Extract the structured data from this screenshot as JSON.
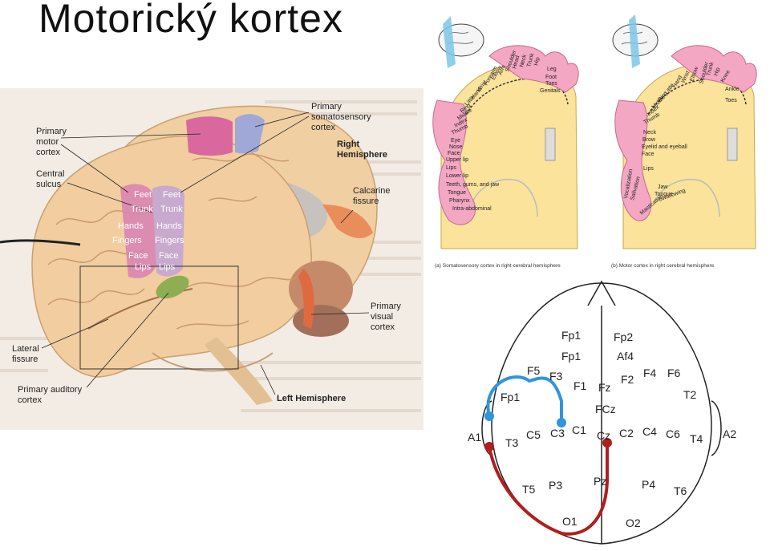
{
  "title": "Motorický kortex",
  "brain_figure": {
    "labels": {
      "primary_motor_cortex": [
        "Primary",
        "motor",
        "cortex"
      ],
      "primary_somatosensory_cortex": [
        "Primary",
        "somatosensory",
        "cortex"
      ],
      "central_sulcus": [
        "Central",
        "sulcus"
      ],
      "right_hemisphere": [
        "Right",
        "Hemisphere"
      ],
      "calcarine_fissure": [
        "Calcarine",
        "fissure"
      ],
      "lateral_fissure": [
        "Lateral",
        "fissure"
      ],
      "primary_auditory_cortex": [
        "Primary auditory",
        "cortex"
      ],
      "primary_visual_cortex": [
        "Primary",
        "visual",
        "cortex"
      ],
      "left_hemisphere": "Left Hemisphere"
    },
    "strip_labels": {
      "motor": [
        "Feet",
        "Trunk",
        "Hands",
        "Fingers",
        "Face",
        "Lips"
      ],
      "sensory": [
        "Feet",
        "Trunk",
        "Hands",
        "Fingers",
        "Face",
        "Lips"
      ]
    }
  },
  "homunculus_sensory": {
    "caption": "(a) Somatosensory cortex in right cerebral hemisphere",
    "labels": [
      "Genitals",
      "Toes",
      "Foot",
      "Leg",
      "Hip",
      "Trunk",
      "Neck",
      "Head",
      "Shoulder",
      "Arm",
      "Elbow",
      "Forearm",
      "Wrist",
      "Hand",
      "Little",
      "Ring",
      "Middle",
      "Index",
      "Thumb",
      "Eye",
      "Nose",
      "Face",
      "Upper lip",
      "Lips",
      "Lower lip",
      "Teeth, gums, and jaw",
      "Tongue",
      "Pharynx",
      "Intra-abdominal"
    ]
  },
  "homunculus_motor": {
    "caption": "(b) Motor cortex in right cerebral hemisphere",
    "labels": [
      "Toes",
      "Ankle",
      "Knee",
      "Hip",
      "Trunk",
      "Shoulder",
      "Elbow",
      "Wrist",
      "Hand",
      "Little",
      "Ring",
      "Middle",
      "Index",
      "Thumb",
      "Neck",
      "Brow",
      "Eyelid and eyeball",
      "Face",
      "Lips",
      "Jaw",
      "Tongue",
      "Swallowing",
      "Vocalization",
      "Salivation",
      "Mastication"
    ]
  },
  "eeg_map": {
    "electrodes": [
      "Fp1",
      "Fp2",
      "Fp1",
      "Af4",
      "F5",
      "F3",
      "F1",
      "Fz",
      "F2",
      "F4",
      "F6",
      "Fp1",
      "FCz",
      "T2",
      "A1",
      "T3",
      "C5",
      "C3",
      "C1",
      "Cz",
      "C2",
      "C4",
      "C6",
      "T4",
      "A2",
      "T5",
      "P3",
      "Pz",
      "P4",
      "T6",
      "O1",
      "O2"
    ],
    "colors": {
      "blue_connection": "#2f95dc",
      "red_connection": "#b01e1e"
    }
  }
}
